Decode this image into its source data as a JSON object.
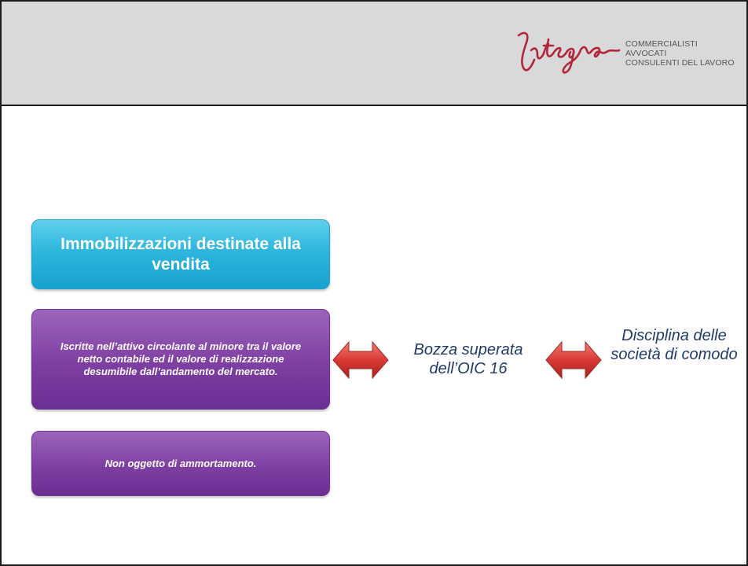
{
  "header": {
    "logo_lines": [
      "COMMERCIALISTI",
      "AVVOCATI",
      "CONSULENTI DEL LAVORO"
    ]
  },
  "boxes": {
    "title": "Immobilizzazioni destinate alla vendita",
    "valuation": "Iscritte nell’attivo circolante al minore tra il valore netto contabile ed il valore di realizzazione desumibile dall’andamento del mercato.",
    "depreciation": "Non oggetto di ammortamento."
  },
  "labels": {
    "draft": "Bozza superata dell’OIC 16",
    "discipline": "Disciplina delle società di comodo"
  },
  "colors": {
    "header_band": "#d9d9d9",
    "cyan_box": "#2eb6dc",
    "purple_box": "#7e3fa2",
    "arrow_red": "#d93a35",
    "label_text": "#1f3b6b",
    "logo_red": "#b3263a"
  },
  "icons": {
    "arrow_1": "double-headed-arrow",
    "arrow_2": "double-headed-arrow",
    "logo": "integra-script-logo"
  }
}
